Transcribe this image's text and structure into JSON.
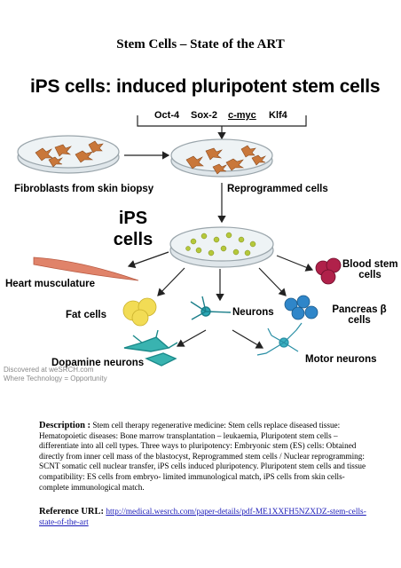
{
  "page": {
    "title": "Stem Cells – State of the ART"
  },
  "figure": {
    "title": "iPS cells: induced pluripotent stem cells",
    "factors": [
      "Oct-4",
      "Sox-2",
      "c-myc",
      "Klf4"
    ],
    "ips_label_line1": "iPS",
    "ips_label_line2": "cells",
    "labels": {
      "fibroblasts": "Fibroblasts from skin biopsy",
      "reprogrammed": "Reprogrammed cells",
      "heart": "Heart musculature",
      "blood_line1": "Blood stem",
      "blood_line2": "cells",
      "fat": "Fat cells",
      "neurons": "Neurons",
      "pancreas_line1": "Pancreas β",
      "pancreas_line2": "cells",
      "dopamine": "Dopamine neurons",
      "motor": "Motor neurons"
    },
    "watermark_line1": "Discovered at weSRCH.com",
    "watermark_line2": "Where Technology = Opportunity",
    "colors": {
      "fibroblast": "#c9773a",
      "ips_cell": "#b5c83a",
      "dish": "#dfe6ea",
      "blood": "#b0214a",
      "fat": "#f2dc55",
      "pancreas": "#2f86c9",
      "neuron": "#1b7f8a",
      "heart": "#e0836a"
    }
  },
  "description": {
    "label": "Description :",
    "text": "Stem cell therapy regenerative medicine: Stem cells replace diseased tissue: Hematopoietic diseases: Bone marrow transplantation – leukaemia, Pluripotent stem cells – differentiate into all cell types. Three ways to pluripotency: Embryonic stem (ES) cells: Obtained directly from inner cell mass of the blastocyst, Reprogrammed stem cells / Nuclear reprogramming: SCNT somatic cell nuclear transfer, iPS cells induced pluripotency. Pluripotent stem cells and tissue compatibility: ES cells from embryo- limited immunological match, iPS cells from skin cells- complete immunological match."
  },
  "reference": {
    "label": "Reference URL",
    "url": "http://medical.wesrch.com/paper-details/pdf-ME1XXFH5NZXDZ-stem-cells-state-of-the-art"
  }
}
